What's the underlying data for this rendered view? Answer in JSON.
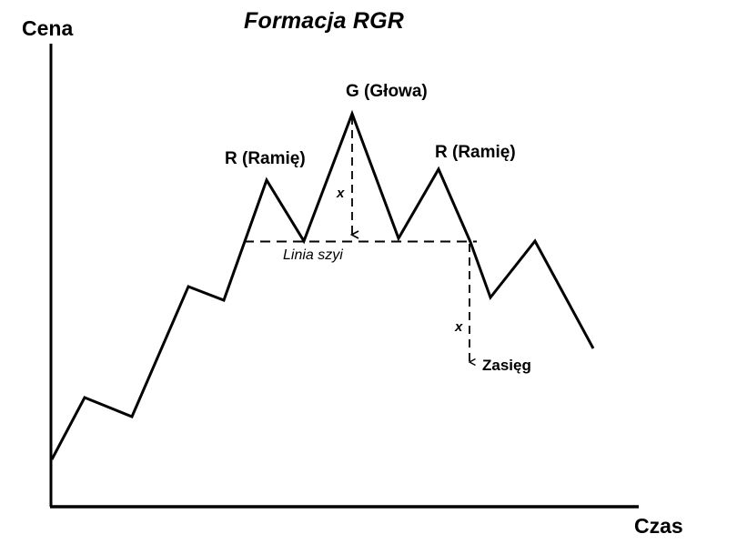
{
  "chart_data": {
    "type": "line",
    "title": "Formacja RGR",
    "xlabel": "Czas",
    "ylabel": "Cena",
    "grid": false,
    "legend": false,
    "xlim": [
      55,
      702
    ],
    "ylim": [
      557,
      48
    ],
    "series": [
      {
        "name": "price",
        "points": [
          [
            57,
            505
          ],
          [
            93,
            437
          ],
          [
            145,
            458
          ],
          [
            207,
            315
          ],
          [
            246,
            330
          ],
          [
            293,
            198
          ],
          [
            334,
            265
          ],
          [
            387,
            125
          ],
          [
            438,
            262
          ],
          [
            482,
            186
          ],
          [
            517,
            266
          ],
          [
            539,
            327
          ],
          [
            588,
            265
          ],
          [
            652,
            383
          ]
        ]
      }
    ],
    "annotations": [
      {
        "name": "left-shoulder",
        "label": "R (Ramię)",
        "x": 293,
        "y": 198
      },
      {
        "name": "head",
        "label": "G (Głowa)",
        "x": 387,
        "y": 125
      },
      {
        "name": "right-shoulder",
        "label": "R (Ramię)",
        "x": 482,
        "y": 186
      },
      {
        "name": "neckline",
        "label": "Linia szyi",
        "y": 265,
        "x_start": 268,
        "x_end": 524
      },
      {
        "name": "head-height",
        "label": "x",
        "x": 387,
        "y_top": 125,
        "y_bottom": 265
      },
      {
        "name": "target-drop",
        "label": "x",
        "x": 516,
        "y_top": 266,
        "y_bottom": 405
      },
      {
        "name": "target",
        "label": "Zasięg",
        "x": 530,
        "y": 405
      }
    ]
  },
  "chart": {
    "title": "Formacja RGR",
    "y_axis_label": "Cena",
    "x_axis_label": "Czas",
    "labels": {
      "left_shoulder": "R (Ramię)",
      "head": "G (Głowa)",
      "right_shoulder": "R (Ramię)",
      "neckline": "Linia szyi",
      "head_measure": "x",
      "target_measure": "x",
      "target": "Zasięg"
    },
    "colors": {
      "line": "#000000",
      "axis": "#000000",
      "dashed": "#000000",
      "background": "#ffffff"
    }
  }
}
